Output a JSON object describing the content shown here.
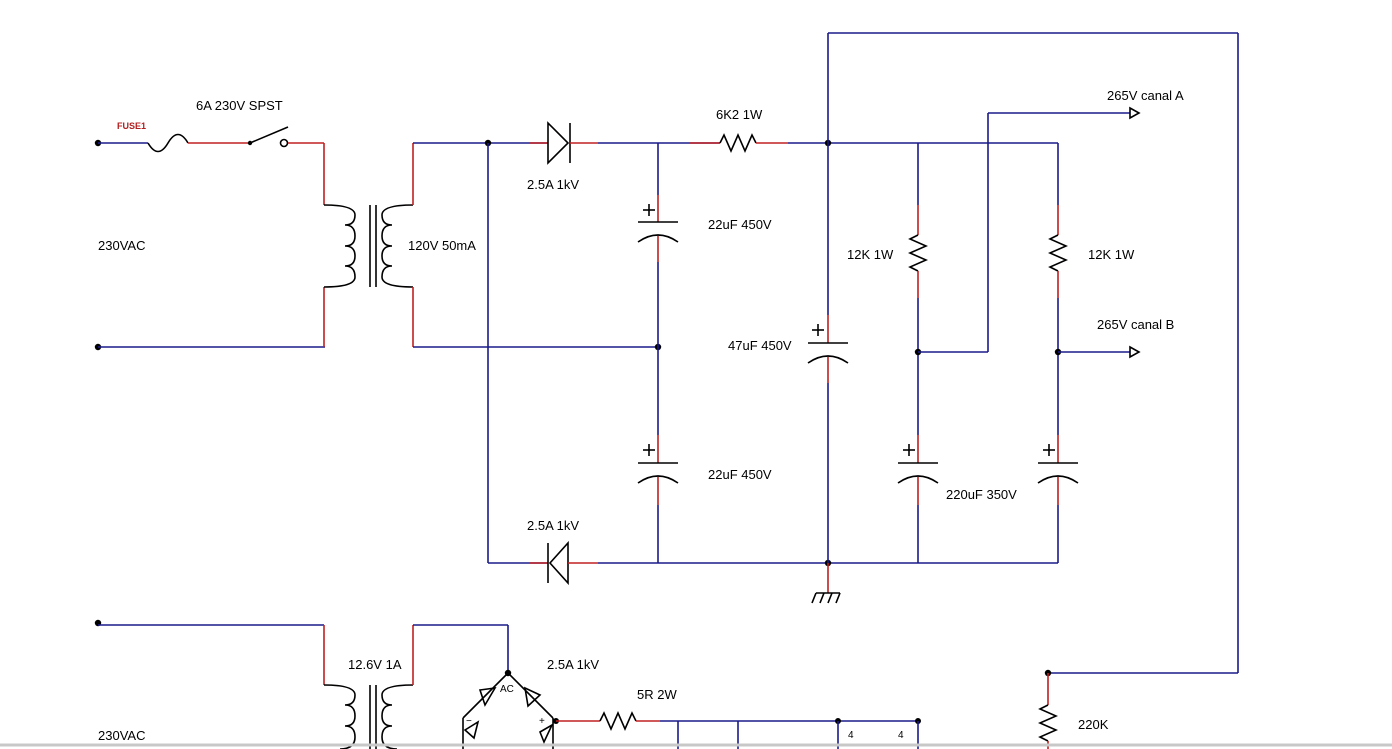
{
  "labels": {
    "fuse_ref": "FUSE1",
    "switch": "6A 230V SPST",
    "mains_top": "230VAC",
    "transformer_top": "120V 50mA",
    "diode_top": "2.5A 1kV",
    "diode_bottom": "2.5A 1kV",
    "resistor_6k2": "6K2 1W",
    "cap_top": "22uF 450V",
    "cap_mid": "22uF 450V",
    "cap_47": "47uF 450V",
    "res_12k_left": "12K 1W",
    "res_12k_right": "12K 1W",
    "out_a": "265V canal A",
    "out_b": "265V canal B",
    "cap_220": "220uF 350V",
    "transformer_bottom": "12.6V 1A",
    "bridge": "2.5A 1kV",
    "bridge_ac": "AC",
    "bridge_minus": "−",
    "bridge_plus": "+",
    "res_5r": "5R 2W",
    "res_220k": "220K",
    "mains_bottom": "230VAC",
    "pin_4a": "4",
    "pin_4b": "4"
  }
}
